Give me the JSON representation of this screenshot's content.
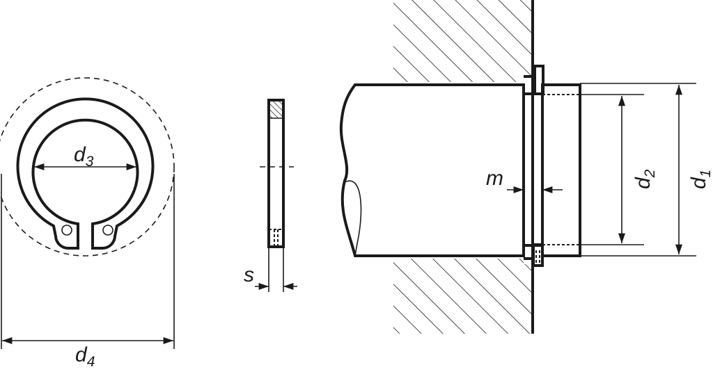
{
  "labels": {
    "d3": {
      "main": "d",
      "sub": "3"
    },
    "d4": {
      "main": "d",
      "sub": "4"
    },
    "s": {
      "main": "s"
    },
    "m": {
      "main": "m"
    },
    "d2": {
      "main": "d",
      "sub": "2"
    },
    "d1": {
      "main": "d",
      "sub": "1"
    }
  }
}
